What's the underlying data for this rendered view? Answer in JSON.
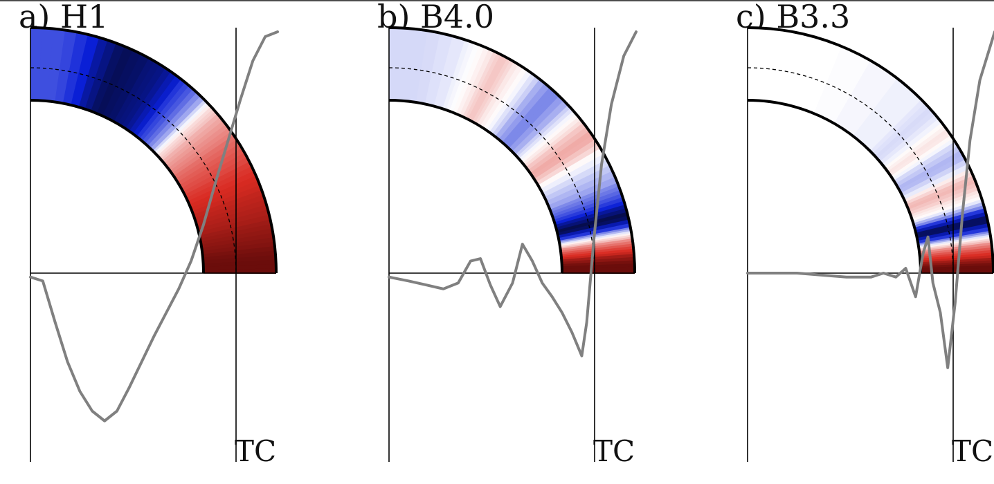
{
  "panels": [
    {
      "id": "a",
      "title": "a) H1",
      "tc_label": "TC",
      "colors": {
        "negative": "#0a1fd6",
        "positive": "#d92b22",
        "deep_positive": "#6b0d0b",
        "deep_negative": "#050a3a"
      },
      "field_bands": [
        {
          "angle_from": 0.0,
          "angle_to": 0.18,
          "value": -0.55
        },
        {
          "angle_from": 0.18,
          "angle_to": 0.32,
          "value": -0.95
        },
        {
          "angle_from": 0.32,
          "angle_to": 0.42,
          "value": -0.85
        },
        {
          "angle_from": 0.42,
          "angle_to": 0.5,
          "value": -0.5
        },
        {
          "angle_from": 0.5,
          "angle_to": 0.55,
          "value": 0.1
        },
        {
          "angle_from": 0.55,
          "angle_to": 0.62,
          "value": 0.35
        },
        {
          "angle_from": 0.62,
          "angle_to": 0.7,
          "value": 0.55
        },
        {
          "angle_from": 0.7,
          "angle_to": 0.78,
          "value": 0.7
        },
        {
          "angle_from": 0.78,
          "angle_to": 0.86,
          "value": 0.8
        },
        {
          "angle_from": 0.86,
          "angle_to": 0.93,
          "value": 0.9
        },
        {
          "angle_from": 0.93,
          "angle_to": 1.0,
          "value": 1.0
        }
      ],
      "profile": [
        [
          0.0,
          -0.02
        ],
        [
          0.05,
          -0.04
        ],
        [
          0.1,
          -0.25
        ],
        [
          0.15,
          -0.45
        ],
        [
          0.2,
          -0.6
        ],
        [
          0.25,
          -0.7
        ],
        [
          0.3,
          -0.75
        ],
        [
          0.35,
          -0.7
        ],
        [
          0.4,
          -0.58
        ],
        [
          0.45,
          -0.45
        ],
        [
          0.5,
          -0.32
        ],
        [
          0.55,
          -0.2
        ],
        [
          0.6,
          -0.08
        ],
        [
          0.65,
          0.05
        ],
        [
          0.7,
          0.2
        ],
        [
          0.75,
          0.38
        ],
        [
          0.8,
          0.55
        ],
        [
          0.85,
          0.72
        ],
        [
          0.9,
          0.88
        ],
        [
          0.95,
          0.98
        ],
        [
          1.0,
          1.0
        ]
      ]
    },
    {
      "id": "b",
      "title": "b) B4.0",
      "tc_label": "TC",
      "colors": {
        "negative": "#0a1fd6",
        "positive": "#d92b22",
        "deep_positive": "#6b0d0b",
        "deep_negative": "#050a3a"
      },
      "field_bands": [
        {
          "angle_from": 0.0,
          "angle_to": 0.2,
          "value": -0.12
        },
        {
          "angle_from": 0.2,
          "angle_to": 0.28,
          "value": 0.0
        },
        {
          "angle_from": 0.28,
          "angle_to": 0.34,
          "value": 0.2
        },
        {
          "angle_from": 0.34,
          "angle_to": 0.42,
          "value": 0.0
        },
        {
          "angle_from": 0.42,
          "angle_to": 0.52,
          "value": -0.4
        },
        {
          "angle_from": 0.52,
          "angle_to": 0.58,
          "value": 0.0
        },
        {
          "angle_from": 0.58,
          "angle_to": 0.66,
          "value": 0.3
        },
        {
          "angle_from": 0.66,
          "angle_to": 0.76,
          "value": -0.15
        },
        {
          "angle_from": 0.76,
          "angle_to": 0.82,
          "value": -0.5
        },
        {
          "angle_from": 0.82,
          "angle_to": 0.88,
          "value": -1.0
        },
        {
          "angle_from": 0.88,
          "angle_to": 0.91,
          "value": 0.0
        },
        {
          "angle_from": 0.91,
          "angle_to": 0.95,
          "value": 0.6
        },
        {
          "angle_from": 0.95,
          "angle_to": 1.0,
          "value": 1.0
        }
      ],
      "profile": [
        [
          0.0,
          -0.02
        ],
        [
          0.08,
          -0.04
        ],
        [
          0.15,
          -0.06
        ],
        [
          0.22,
          -0.08
        ],
        [
          0.28,
          -0.05
        ],
        [
          0.33,
          0.05
        ],
        [
          0.37,
          0.06
        ],
        [
          0.41,
          -0.06
        ],
        [
          0.45,
          -0.17
        ],
        [
          0.5,
          -0.05
        ],
        [
          0.54,
          0.12
        ],
        [
          0.58,
          0.05
        ],
        [
          0.62,
          -0.05
        ],
        [
          0.66,
          -0.12
        ],
        [
          0.7,
          -0.2
        ],
        [
          0.74,
          -0.3
        ],
        [
          0.78,
          -0.42
        ],
        [
          0.8,
          -0.25
        ],
        [
          0.83,
          0.15
        ],
        [
          0.86,
          0.45
        ],
        [
          0.9,
          0.7
        ],
        [
          0.95,
          0.9
        ],
        [
          1.0,
          1.0
        ]
      ]
    },
    {
      "id": "c",
      "title": "c) B3.3",
      "tc_label": "TC",
      "colors": {
        "negative": "#0a1fd6",
        "positive": "#d92b22",
        "deep_positive": "#6b0d0b",
        "deep_negative": "#050a3a"
      },
      "field_bands": [
        {
          "angle_from": 0.0,
          "angle_to": 0.5,
          "value": 0.0
        },
        {
          "angle_from": 0.5,
          "angle_to": 0.58,
          "value": -0.12
        },
        {
          "angle_from": 0.58,
          "angle_to": 0.64,
          "value": 0.1
        },
        {
          "angle_from": 0.64,
          "angle_to": 0.72,
          "value": -0.25
        },
        {
          "angle_from": 0.72,
          "angle_to": 0.78,
          "value": 0.25
        },
        {
          "angle_from": 0.78,
          "angle_to": 0.83,
          "value": 0.0
        },
        {
          "angle_from": 0.83,
          "angle_to": 0.89,
          "value": -1.0
        },
        {
          "angle_from": 0.89,
          "angle_to": 0.92,
          "value": 0.0
        },
        {
          "angle_from": 0.92,
          "angle_to": 0.96,
          "value": 0.6
        },
        {
          "angle_from": 0.96,
          "angle_to": 1.0,
          "value": 1.0
        }
      ],
      "profile": [
        [
          0.0,
          0.0
        ],
        [
          0.2,
          0.0
        ],
        [
          0.4,
          -0.02
        ],
        [
          0.5,
          -0.02
        ],
        [
          0.55,
          0.0
        ],
        [
          0.6,
          -0.02
        ],
        [
          0.64,
          0.02
        ],
        [
          0.68,
          -0.12
        ],
        [
          0.71,
          0.08
        ],
        [
          0.73,
          0.15
        ],
        [
          0.75,
          -0.05
        ],
        [
          0.78,
          -0.2
        ],
        [
          0.81,
          -0.48
        ],
        [
          0.84,
          -0.15
        ],
        [
          0.87,
          0.25
        ],
        [
          0.9,
          0.55
        ],
        [
          0.94,
          0.8
        ],
        [
          1.0,
          1.0
        ]
      ]
    }
  ]
}
